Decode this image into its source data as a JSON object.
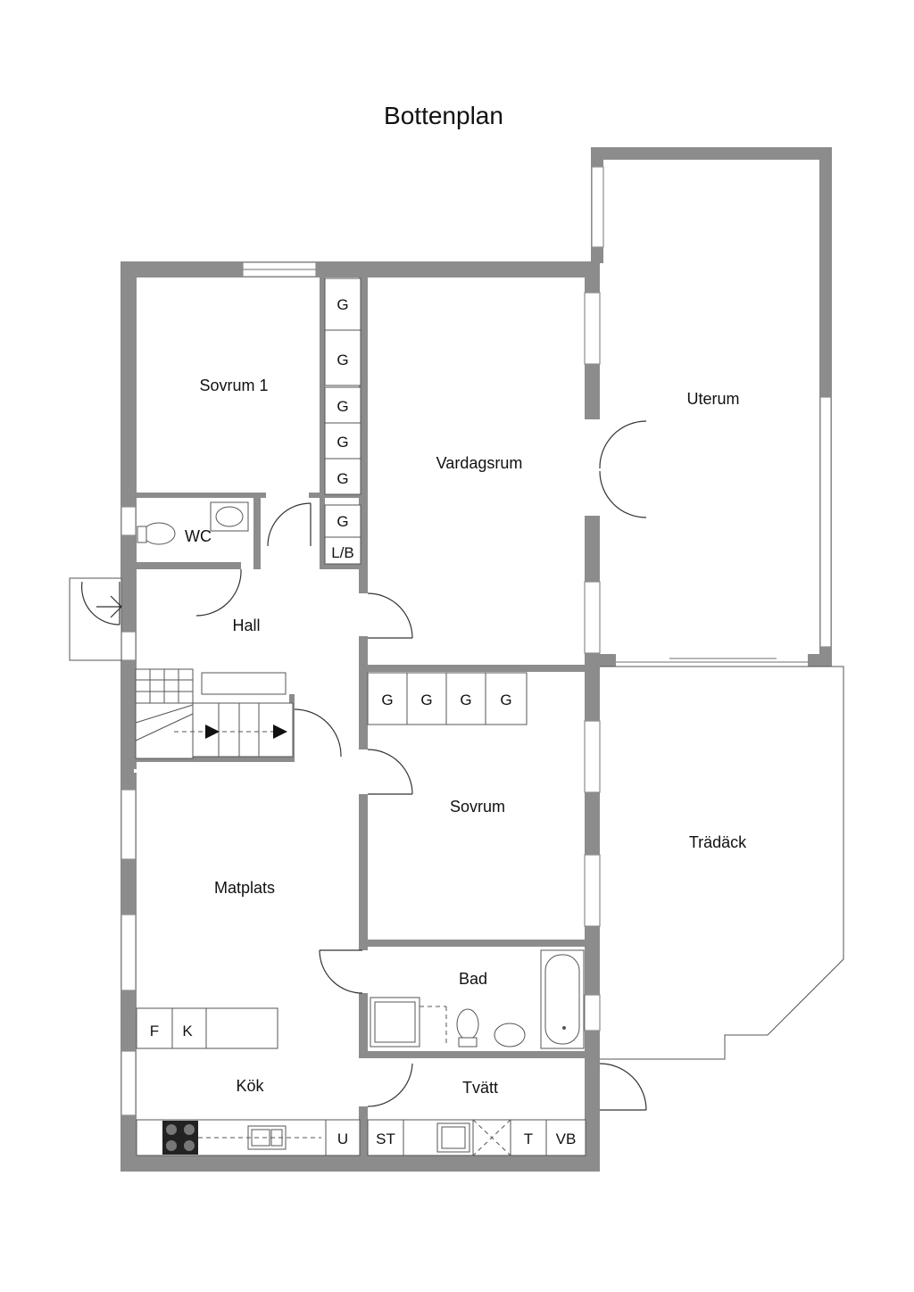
{
  "title": "Bottenplan",
  "rooms": {
    "sovrum1": "Sovrum 1",
    "wc": "WC",
    "hall": "Hall",
    "vardagsrum": "Vardagsrum",
    "uterum": "Uterum",
    "sovrum": "Sovrum",
    "tradack": "Trädäck",
    "matplats": "Matplats",
    "bad": "Bad",
    "kok": "Kök",
    "tvatt": "Tvätt"
  },
  "fixtures": {
    "g": "G",
    "lb": "L/B",
    "fridge": "F",
    "freezer": "K",
    "oven": "U",
    "st": "ST",
    "dryer": "T",
    "heater": "VB"
  },
  "colors": {
    "wall": "#8c8c8c",
    "text": "#111111",
    "background": "#ffffff"
  }
}
